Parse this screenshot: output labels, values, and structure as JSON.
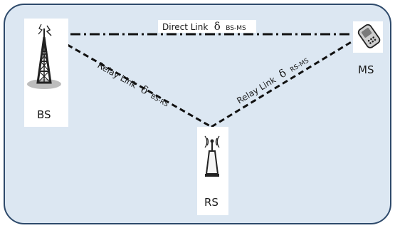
{
  "nodes": {
    "bs": {
      "label": "BS",
      "icon": "base-station-tower-icon"
    },
    "ms": {
      "label": "MS",
      "icon": "mobile-phone-icon"
    },
    "rs": {
      "label": "RS",
      "icon": "relay-antenna-icon"
    }
  },
  "links": {
    "direct": {
      "label": "Direct Link",
      "symbol": "δ",
      "subscript": "BS-MS",
      "style": "dash-dot"
    },
    "relay_bs_rs": {
      "label": "Relay Link",
      "symbol": "δ",
      "subscript": "BS-RS",
      "style": "dashed"
    },
    "relay_rs_ms": {
      "label": "Relay Link",
      "symbol": "δ",
      "subscript": "RS-MS",
      "style": "dashed"
    }
  },
  "colors": {
    "background_fill": "#dce7f2",
    "border": "#2e4a6b",
    "link_stroke": "#111111",
    "icon_pad": "#ffffff"
  }
}
